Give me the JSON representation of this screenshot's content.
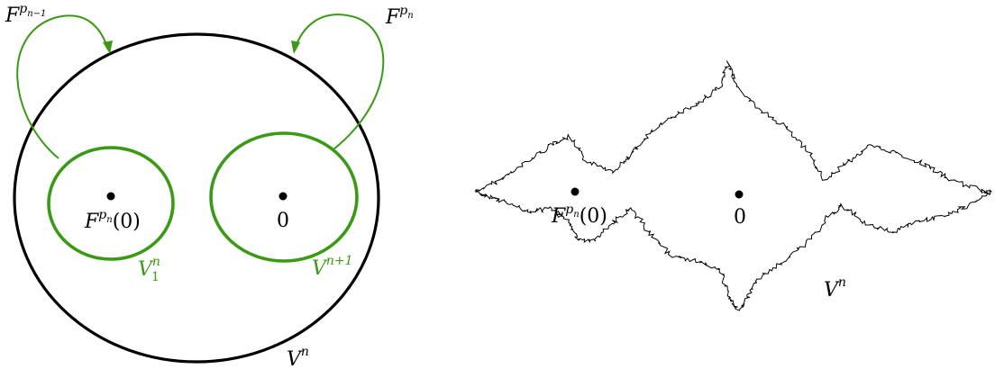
{
  "colors": {
    "green": "#3a9a16",
    "black": "#000000"
  },
  "left_diagram": {
    "outer_domain": {
      "label_base": "V",
      "label_sup": "n"
    },
    "left_disk": {
      "label_base": "V",
      "label_sub": "1",
      "label_sup": "n"
    },
    "right_disk": {
      "label_base": "V",
      "label_sup": "n+1"
    },
    "left_point": {
      "label_base": "F",
      "label_sup": "p",
      "label_sup_sub": "n",
      "label_arg": "(0)"
    },
    "right_point": {
      "label": "0"
    },
    "arrow_left": {
      "label_base": "F",
      "label_sup": "p",
      "label_sup_sub": "n−1"
    },
    "arrow_right": {
      "label_base": "F",
      "label_sup": "p",
      "label_sup_sub": "n"
    }
  },
  "right_diagram": {
    "fractal_domain": {
      "label_base": "V",
      "label_sup": "n"
    },
    "left_point": {
      "label_base": "F",
      "label_sup": "p",
      "label_sup_sub": "n",
      "label_arg": "(0)"
    },
    "right_point": {
      "label": "0"
    }
  }
}
